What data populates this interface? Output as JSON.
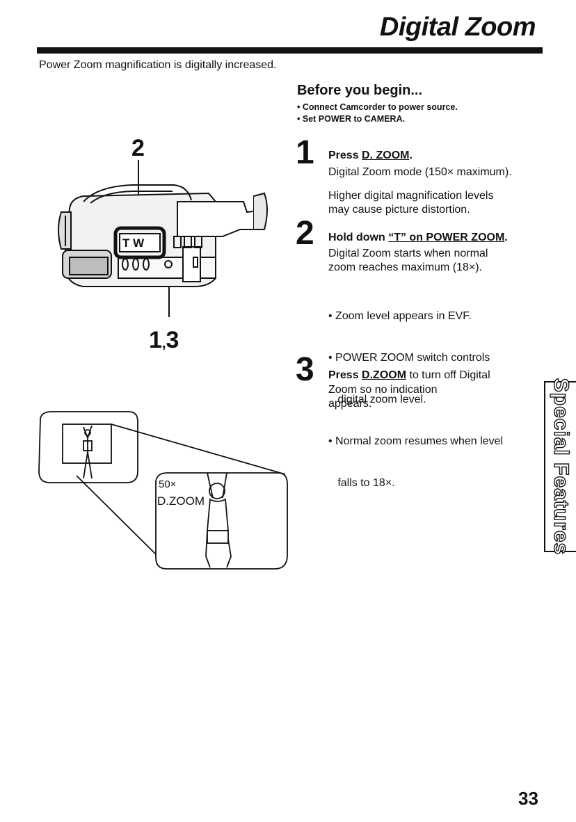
{
  "header": {
    "title": "Digital Zoom",
    "intro": "Power Zoom magnification is digitally increased."
  },
  "before_you_begin": {
    "heading": "Before you begin...",
    "bullets": [
      "• Connect Camcorder to power source.",
      "• Set POWER to CAMERA."
    ]
  },
  "steps": [
    {
      "number": "1",
      "lead": "Press ",
      "control": "D. ZOOM",
      "tail": ".",
      "lines": [
        "Digital Zoom mode (150× maximum)."
      ],
      "lines2": [
        "Higher digital magnification levels",
        "may cause picture distortion."
      ]
    },
    {
      "number": "2",
      "lead": "Hold down ",
      "control": "“T” on POWER ZOOM",
      "tail": ".",
      "lines": [
        "Digital Zoom starts when normal",
        "zoom reaches maximum (18×)."
      ],
      "bullets": [
        "• Zoom level appears in EVF.",
        "• POWER ZOOM switch controls",
        "   digital zoom level.",
        "• Normal zoom resumes when level",
        "   falls to 18×."
      ]
    },
    {
      "number": "3",
      "lead": "Press ",
      "control": "D.ZOOM",
      "tail": " to turn off Digital",
      "lines": [
        "Zoom so no indication",
        "appears."
      ]
    }
  ],
  "illustration": {
    "label_top": "2",
    "label_bottom": "1",
    "label_bottom_sep": ",",
    "label_bottom_b": "3",
    "tw_switch": "T  W",
    "display_zoom": "50×",
    "display_mode": "D.ZOOM"
  },
  "side_tab": "Special Features",
  "page_number": "33"
}
